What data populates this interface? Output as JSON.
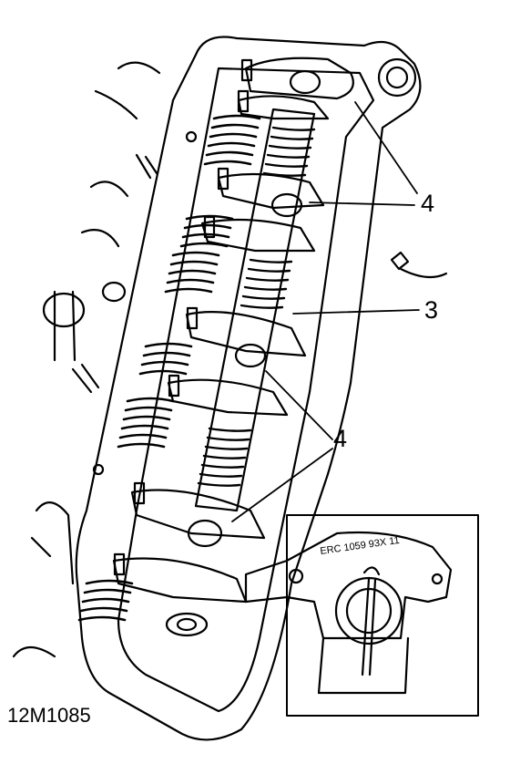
{
  "figure": {
    "reference": "12M1085",
    "callouts": {
      "top": "4",
      "middle": "3",
      "lower": "4"
    },
    "inset_stamp": "ERC 1059 93X 11",
    "colors": {
      "ink": "#000000",
      "paper": "#ffffff"
    }
  }
}
